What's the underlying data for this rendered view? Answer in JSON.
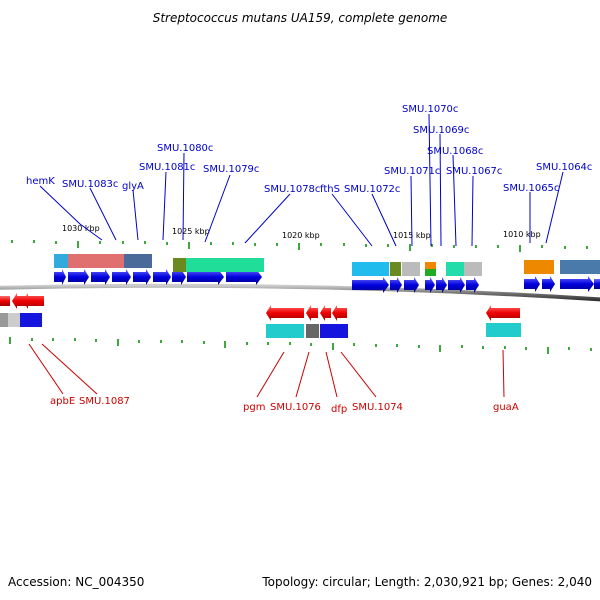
{
  "title": "Streptococcus mutans UA159, complete genome",
  "footer": {
    "accession": "Accession: NC_004350",
    "summary": "Topology: circular; Length: 2,030,921 bp; Genes: 2,040"
  },
  "scale_labels": [
    "1030 kbp",
    "1025 kbp",
    "1020 kbp",
    "1015 kbp",
    "1010 kbp"
  ],
  "forward_gene_labels": [
    "hemK",
    "SMU.1083c",
    "glyA",
    "SMU.1080c",
    "SMU.1081c",
    "SMU.1079c",
    "SMU.1078c",
    "fthS",
    "SMU.1072c",
    "SMU.1070c",
    "SMU.1069c",
    "SMU.1068c",
    "SMU.1071c",
    "SMU.1067c",
    "SMU.1065c",
    "SMU.1064c"
  ],
  "reverse_gene_labels": [
    "apbE",
    "SMU.1087",
    "pgm",
    "SMU.1076",
    "dfp",
    "SMU.1074",
    "guaA"
  ],
  "colors": {
    "forward_label": "#0000cc",
    "reverse_label": "#cc0000",
    "forward_gene": "#0000dd",
    "reverse_gene": "#ee0000",
    "backbone": "#555555",
    "tick": "#008800"
  }
}
